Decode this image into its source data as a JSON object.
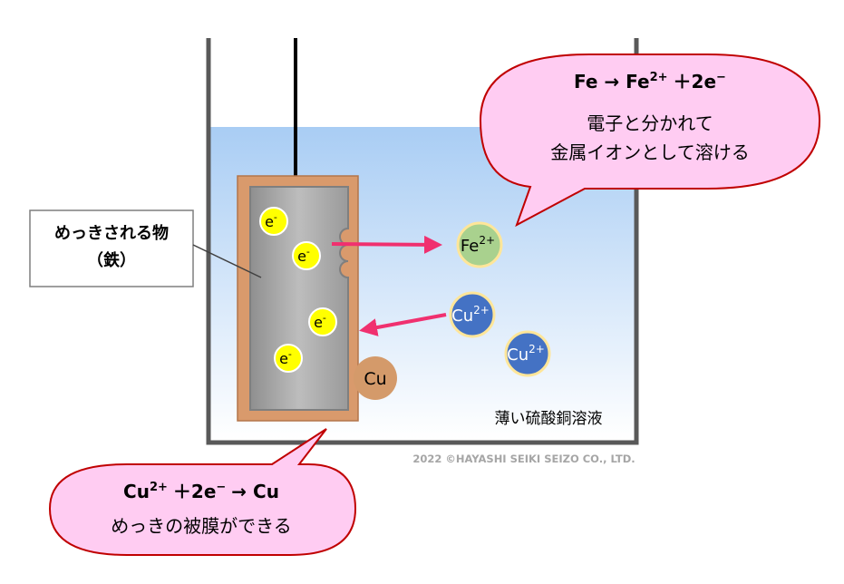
{
  "plated_object": {
    "label_line1": "めっきされる物",
    "label_line2": "（鉄）"
  },
  "electrons": {
    "symbol": "e",
    "charge": "-"
  },
  "ions": {
    "fe": {
      "symbol": "Fe",
      "charge": "2+"
    },
    "cu": {
      "symbol": "Cu",
      "charge": "2+"
    },
    "cu_atom": "Cu"
  },
  "solution_label": "薄い硫酸銅溶液",
  "copyright": "2022 ©HAYASHI SEIKI SEIZO CO., LTD.",
  "bubble_top": {
    "equation": {
      "lhs": "Fe",
      "arrow": "→",
      "fe": "Fe",
      "charge": "2+",
      "plus": "＋2e",
      "minus": "−"
    },
    "line1": "電子と分かれて",
    "line2": "金属イオンとして溶ける"
  },
  "bubble_bottom": {
    "equation": {
      "cu": "Cu",
      "charge": "2+",
      "plus": "＋2e",
      "minus": "−",
      "arrow": "→",
      "rhs": "Cu"
    },
    "line1": "めっきの被膜ができる"
  },
  "colors": {
    "solution_top": "#a9cdf4",
    "solution_bottom": "#ffffff",
    "copper_layer": "#d99a6c",
    "iron_plate": "#a6a6a6",
    "electron_fill": "#ffff00",
    "fe_ion_fill": "#a9d18e",
    "cu_ion_fill": "#4472c4",
    "cu_atom_fill": "#d49a6a",
    "arrow": "#f0306f",
    "bubble_fill": "#ffccf2",
    "bubble_stroke": "#c00000"
  }
}
